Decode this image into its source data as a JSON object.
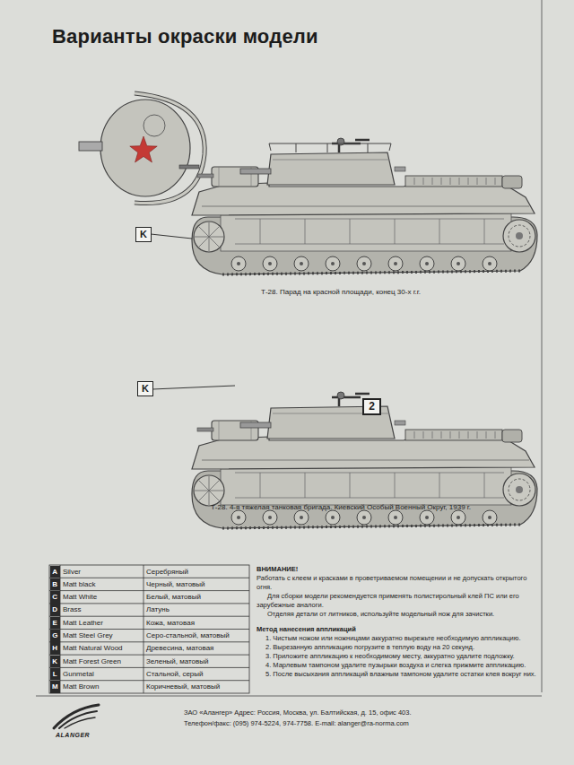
{
  "diagram": {
    "title": "Варианты окраски модели",
    "nodes": [
      {
        "text": [
          "K"
        ]
      },
      {
        "text": [
          "K"
        ]
      },
      {
        "text": [
          "2"
        ]
      }
    ],
    "labels": [
      "Т-28. Парад на красной площади, конец 30-х г.г.",
      "Т-28. 4-я тяжелая танковая бригада. Киевский Особый Военный Округ, 1939 г.",
      "A",
      "Silver",
      "Серебряный",
      "B",
      "Matt black",
      "Черный, матовый",
      "C",
      "Matt White",
      "Белый, матовый",
      "D",
      "Brass",
      "Латунь",
      "E",
      "Matt Leather",
      "Кожа, матовая",
      "G",
      "Matt Steel Grey",
      "Серо-стальной, матовый",
      "H",
      "Matt Natural Wood",
      "Древесина, матовая",
      "K",
      "Matt Forest Green",
      "Зеленый, матовый",
      "L",
      "Gunmetal",
      "Стальной, серый",
      "M",
      "Matt Brown",
      "Коричневый, матовый",
      "ВНИМАНИЕ!",
      "Работать с клеем и красками в проветриваемом помещении и не допускать открытого огня.",
      "Для сборки модели рекомендуется применять полистирольный клей ПС или его зарубежные аналоги.",
      "Отделяя детали от литников, используйте модельный нож для зачистки.",
      "Метод нанесения аппликаций",
      "1. Чистым ножом или ножницами аккуратно вырежьте необходимую аппликацию.",
      "2. Вырезанную аппликацию погрузите в теплую воду на 20 секунд.",
      "3. Приложите аппликацию к необходимому месту, аккуратно удалите подложку.",
      "4. Марлевым тампоном удалите пузырьки воздуха и слегка прижмите аппликацию.",
      "5. После высыхания аппликаций влажным тампоном удалите остатки клея вокруг них.",
      "ALANGER",
      "ЗАО «Алангер» Адрес: Россия, Москва, ул. Балтийская, д. 15, офис 403.",
      "Телефон/факс: (095) 974-5224, 974-7758. E-mail: alanger@ra-norma.com"
    ]
  }
}
